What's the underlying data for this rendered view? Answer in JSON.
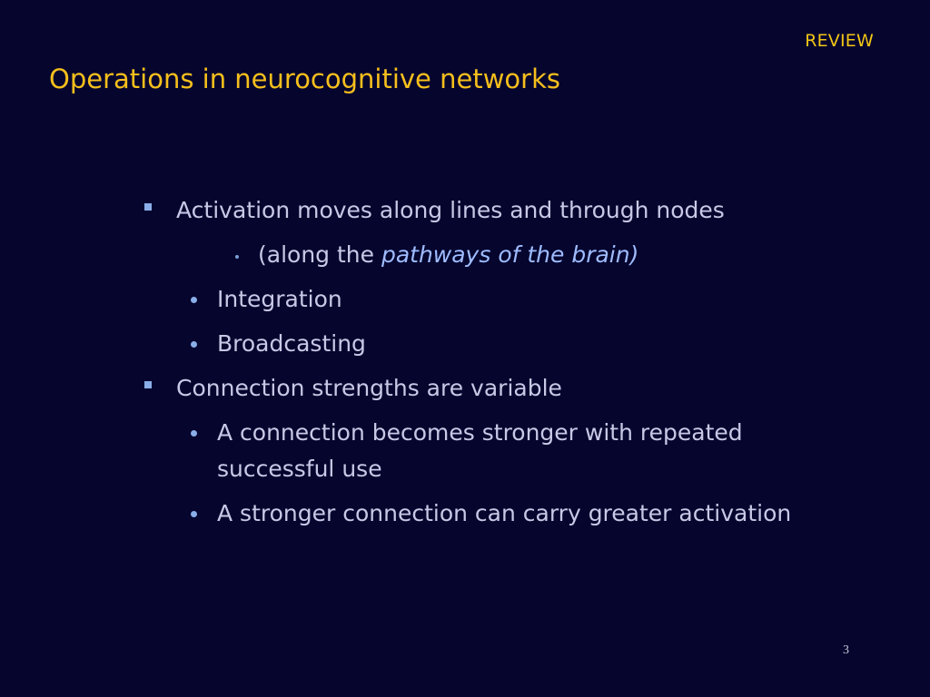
{
  "header": {
    "label": "REVIEW"
  },
  "slide": {
    "title": "Operations in neurocognitive networks",
    "page_number": "3"
  },
  "bullets": {
    "b1": "Activation moves along lines and through nodes",
    "b1_sub_prefix": "(along the ",
    "b1_sub_emphasis": "pathways of the brain)",
    "b1_item2": "Integration",
    "b1_item3": "Broadcasting",
    "b2": "Connection strengths are variable",
    "b2_item1_line1": "A connection becomes stronger with repeated",
    "b2_item1_line2": "successful use",
    "b2_item2": "A stronger connection can carry greater activation"
  },
  "icons": {
    "square_bullet": "square-bullet-icon",
    "round_bullet": "round-bullet-icon"
  },
  "colors": {
    "background": "#05052e",
    "title": "#f6bf1c",
    "review_label": "#f2c615",
    "body_text": "#c8c8e6",
    "emphasis_text": "#9fbcff",
    "bullet": "#8aaee8"
  }
}
